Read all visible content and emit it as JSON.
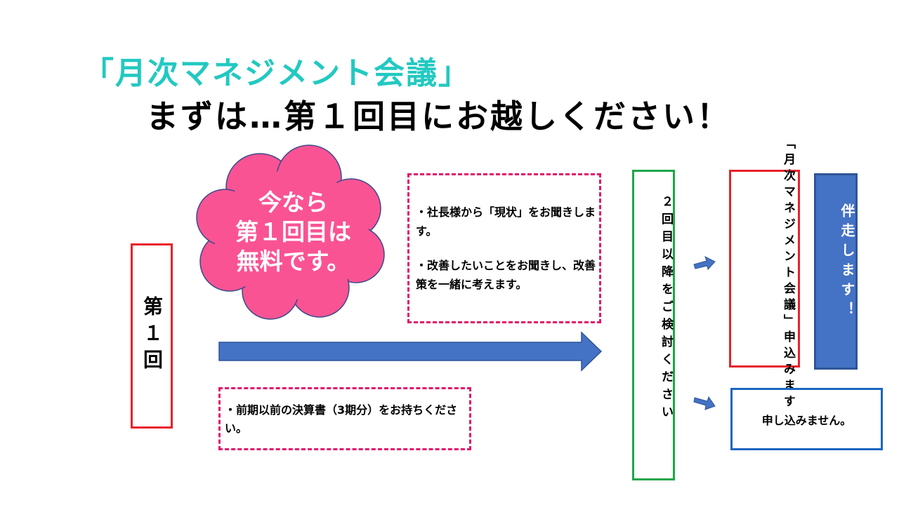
{
  "title": {
    "line1": "「月次マネジメント会議」",
    "line2": "まずは…第１回目にお越しください！"
  },
  "first_session": {
    "label": "第１回"
  },
  "cloud": {
    "lines": [
      "今なら",
      "第１回目は",
      "無料です。"
    ],
    "fill_color": "#fa5394"
  },
  "hearing": {
    "items": [
      "・社長様から「現状」をお聞きします。",
      "・改善したいことをお聞きし、改善策を一緒に考えます。"
    ]
  },
  "documents": {
    "text": "・前期以前の決算書（3期分）をお持ちください。"
  },
  "second_onwards": {
    "label": "２回目以降をご検討ください"
  },
  "apply": {
    "lines": [
      "「月次マネジメント",
      "会議」申込みます"
    ]
  },
  "bansou": {
    "label": "伴走します！"
  },
  "no_apply": {
    "label": "申し込みません。"
  },
  "colors": {
    "title_accent": "#22c9c1",
    "red_border": "#e8212b",
    "pink_dashed": "#e0156a",
    "green_border": "#1fa64a",
    "blue": "#4472c4",
    "blue_border": "#1a66c0"
  }
}
